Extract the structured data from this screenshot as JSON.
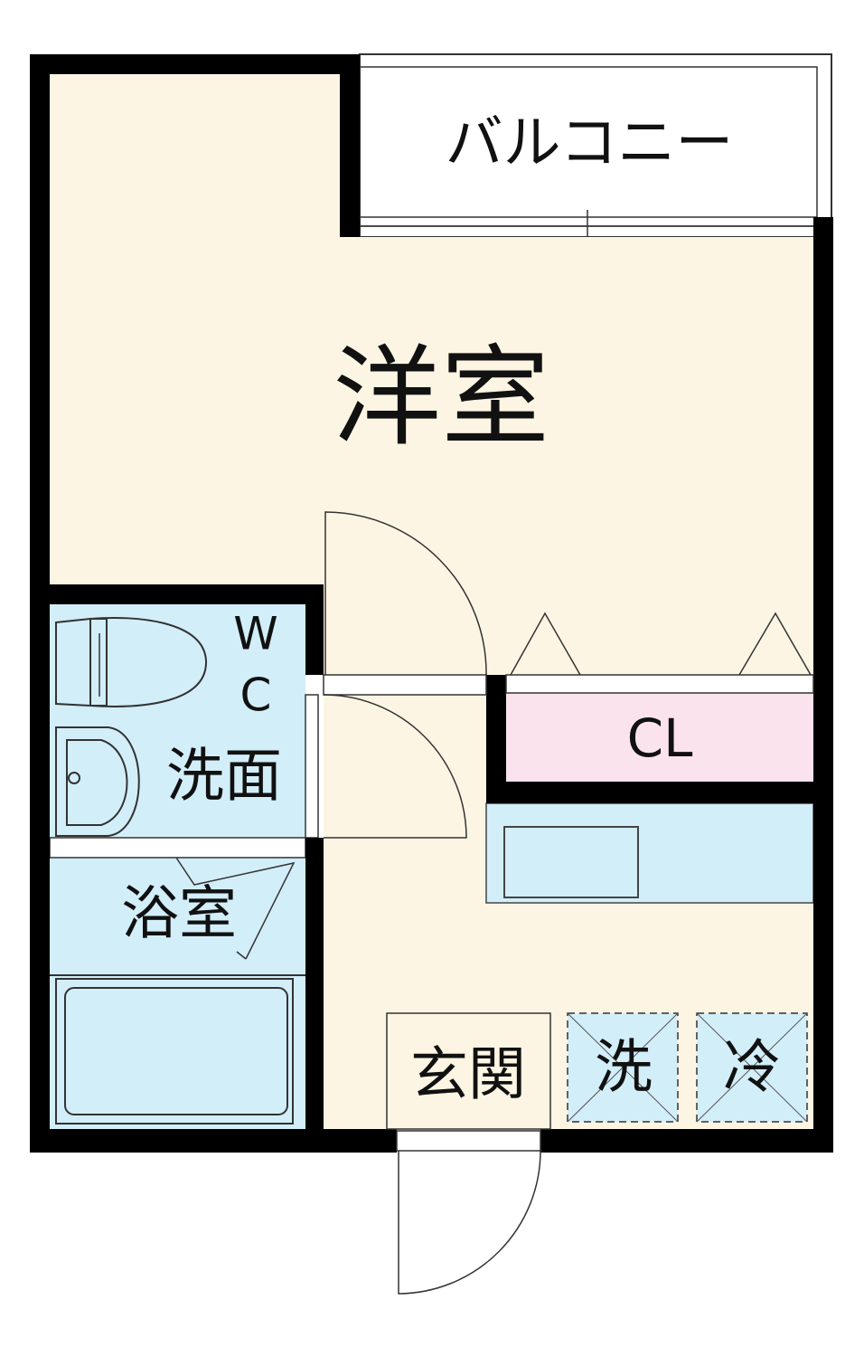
{
  "rooms": {
    "balcony": "バルコニー",
    "western_room": "洋室",
    "closet": "CL",
    "toilet_w": "W",
    "toilet_c": "C",
    "washroom": "洗面",
    "bathroom": "浴室",
    "entrance": "玄関",
    "washer_space": "洗",
    "fridge_space": "冷"
  },
  "colors": {
    "floor": "#fdf5e3",
    "wet_area": "#d2eef9",
    "closet": "#fbe3ee",
    "wall": "#000000",
    "balcony": "#ffffff"
  }
}
